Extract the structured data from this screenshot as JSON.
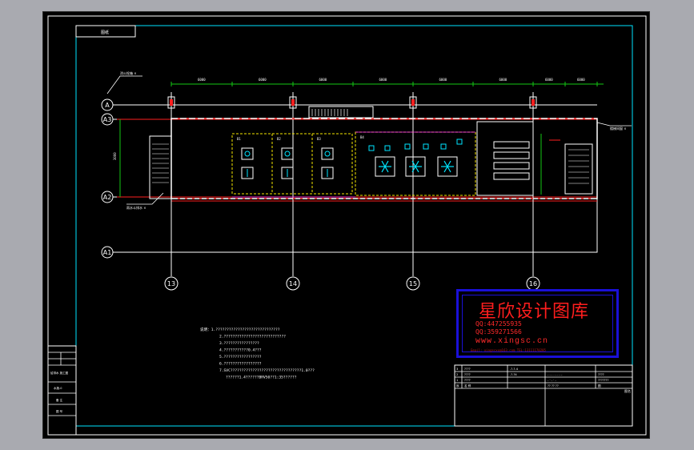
{
  "drawing": {
    "tab_label": "图纸",
    "axis_rows": [
      "A",
      "A3",
      "A2",
      "A1"
    ],
    "axis_cols": [
      "13",
      "14",
      "15",
      "16"
    ],
    "dimensions": [
      "6000",
      "6000",
      "6000",
      "6000",
      "6000",
      "6000",
      "6000",
      "6000"
    ],
    "side_dimension": "3000",
    "callouts": {
      "top_left": "消火栓箱 ×",
      "left_bottom": "雨水斗排水 ×",
      "right_top": "楼梯间窗 ×"
    },
    "rooms": [
      "B1",
      "B2",
      "B3",
      "B4"
    ]
  },
  "notes": [
    "说明：1.?????????????????????????????",
    "2.????????????????????????????",
    "3.????????????????",
    "4.???????????0.4???",
    "5.?????????????????",
    "6.?????????????????",
    "7.SVC????????????????????????????????1.0???",
    "??????1.4??????BRV50??1:35??????"
  ],
  "title_block": {
    "left_strip": [
      "",
      "",
      "",
      "",
      "给排水 施工图",
      "",
      "水施-0",
      "备 注",
      "图 号"
    ],
    "rev_rows": [
      [
        "3",
        "????",
        "-?-?-4",
        "",
        "",
        ""
      ],
      [
        "2",
        "????",
        "-?-?4",
        "- - - - - - - -",
        "",
        "????"
      ],
      [
        "1",
        "????",
        "",
        "- · - · -",
        "",
        "???????"
      ]
    ],
    "header_row": [
      "序",
      "名 称",
      "",
      "?? ?? ??",
      "",
      "图"
    ],
    "sheet_mark": "图名"
  },
  "watermark": {
    "title": "星欣设计图库",
    "qq1": "QQ:447255935",
    "qq2": "QQ:359271566",
    "url": "www.xingsc.cn",
    "email": "Email: xingscxx@163.com    TEL:13111170285"
  },
  "colors": {
    "line_white": "#ffffff",
    "line_cyan": "#00e5ff",
    "line_green": "#14c814",
    "line_red": "#ff2020",
    "line_yellow": "#f5e600",
    "line_magenta": "#ff30ff",
    "watermark_blue": "#1a10d8",
    "watermark_red": "#ff1e1e"
  }
}
